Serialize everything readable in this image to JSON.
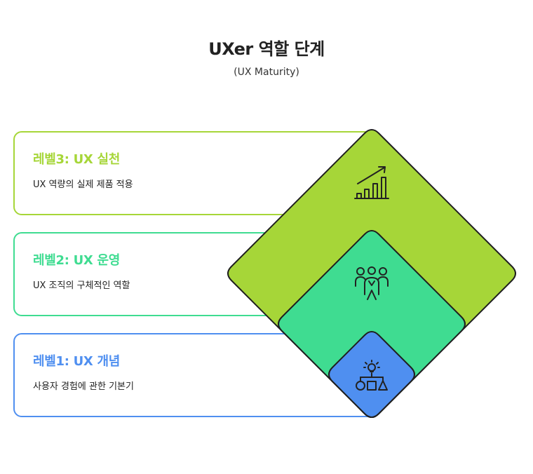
{
  "header": {
    "title": "UXer 역할 단계",
    "subtitle": "(UX Maturity)"
  },
  "levels": [
    {
      "title": "레벨3: UX 실천",
      "description": "UX 역량의 실제 제품 적용",
      "color": "#a6d638",
      "icon": "growth-chart-icon"
    },
    {
      "title": "레벨2: UX 운영",
      "description": "UX 조직의 구체적인 역할",
      "color": "#3fdc91",
      "icon": "team-people-icon"
    },
    {
      "title": "레벨1: UX 개념",
      "description": "사용자 경험에 관한 기본기",
      "color": "#4f8ff0",
      "icon": "idea-shapes-icon"
    }
  ]
}
